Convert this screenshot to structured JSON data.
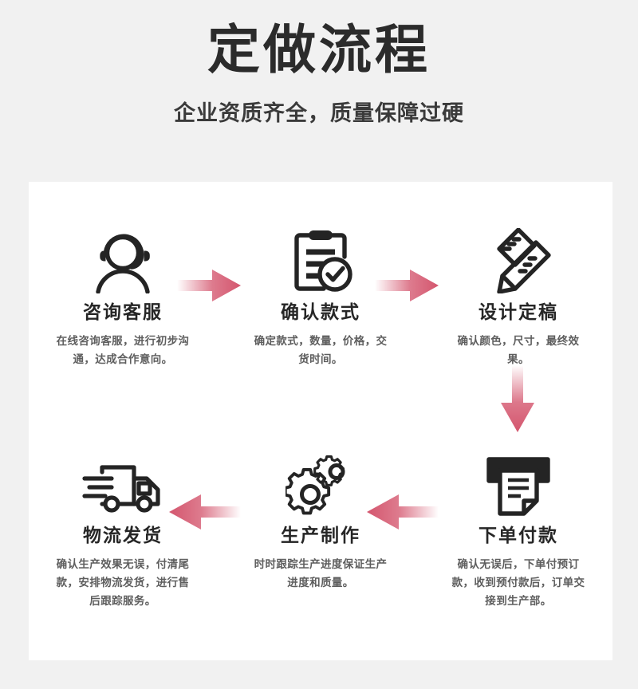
{
  "header": {
    "title": "定做流程",
    "subtitle": "企业资质齐全，质量保障过硬"
  },
  "theme": {
    "background": "#f1f1f1",
    "card_background": "#ffffff",
    "arrow_color": "#d4566e",
    "title_color": "#2b2b2b",
    "icon_color": "#242424",
    "desc_color": "#5e5e5e"
  },
  "flow": {
    "steps": [
      {
        "index": 1,
        "icon": "headset-person-icon",
        "title": "咨询客服",
        "desc": "在线咨询客服，进行初步沟通，达成合作意向。"
      },
      {
        "index": 2,
        "icon": "clipboard-check-icon",
        "title": "确认款式",
        "desc": "确定款式，数量，价格，交货时间。"
      },
      {
        "index": 3,
        "icon": "pencil-design-icon",
        "title": "设计定稿",
        "desc": "确认颜色，尺寸，最终效果。"
      },
      {
        "index": 4,
        "icon": "printer-invoice-icon",
        "title": "下单付款",
        "desc": "确认无误后，下单付预订款，收到预付款后，订单交接到生产部。"
      },
      {
        "index": 5,
        "icon": "gears-icon",
        "title": "生产制作",
        "desc": "时时跟踪生产进度保证生产进度和质量。"
      },
      {
        "index": 6,
        "icon": "delivery-truck-icon",
        "title": "物流发货",
        "desc": "确认生产效果无误，付清尾款，安排物流发货，进行售后跟踪服务。"
      }
    ],
    "arrows": [
      {
        "id": "arrow-1-2",
        "from": 1,
        "to": 2,
        "direction": "right"
      },
      {
        "id": "arrow-2-3",
        "from": 2,
        "to": 3,
        "direction": "right"
      },
      {
        "id": "arrow-3-4",
        "from": 3,
        "to": 4,
        "direction": "down"
      },
      {
        "id": "arrow-4-5",
        "from": 4,
        "to": 5,
        "direction": "left"
      },
      {
        "id": "arrow-5-6",
        "from": 5,
        "to": 6,
        "direction": "left"
      }
    ]
  }
}
